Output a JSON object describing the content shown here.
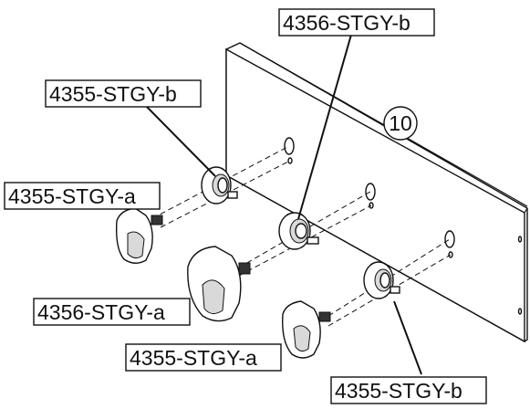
{
  "labels": {
    "top_b": "4356-STGY-b",
    "upper_left_b": "4355-STGY-b",
    "left_a": "4355-STGY-a",
    "mid_a": "4356-STGY-a",
    "lower_a": "4355-STGY-a",
    "bottom_b": "4355-STGY-b",
    "callout": "10"
  }
}
